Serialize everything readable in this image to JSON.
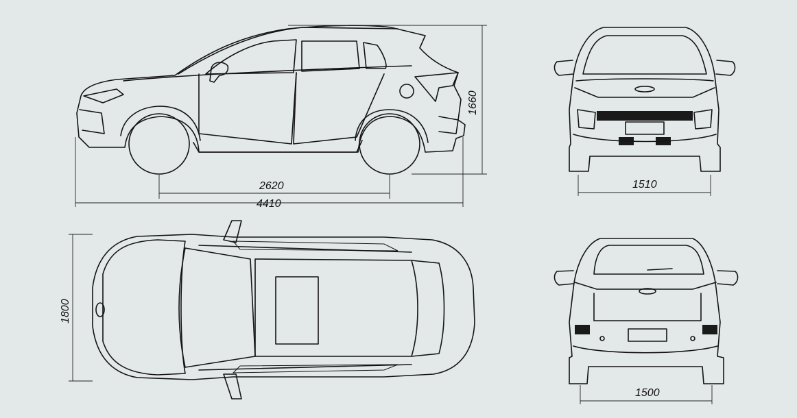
{
  "dimensions": {
    "wheelbase": "2620",
    "length": "4410",
    "height": "1660",
    "width": "1800",
    "front_track": "1510",
    "rear_track": "1500"
  },
  "colors": {
    "background": "#e3e9e8",
    "line": "#141414"
  }
}
